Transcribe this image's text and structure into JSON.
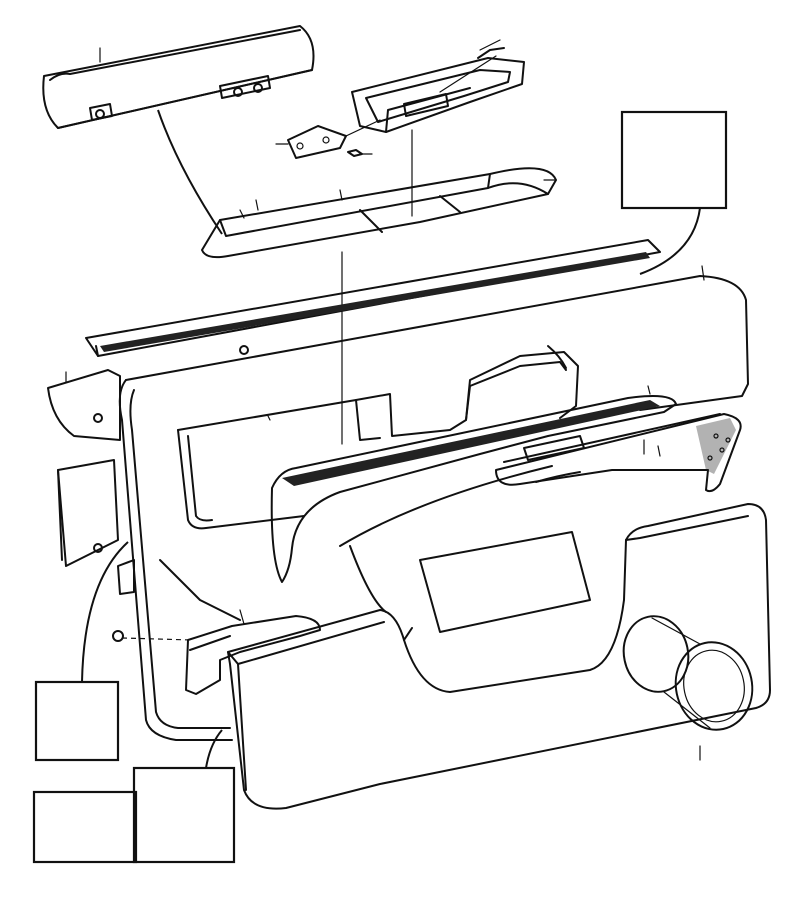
{
  "diagram": {
    "parts": [
      {
        "name": "upper-trim-cover"
      },
      {
        "name": "window-switch-bezel"
      },
      {
        "name": "mounting-bracket"
      },
      {
        "name": "armrest-upper"
      },
      {
        "name": "window-seal-strip"
      },
      {
        "name": "door-panel"
      },
      {
        "name": "armrest-pad"
      },
      {
        "name": "grab-handle"
      },
      {
        "name": "map-pocket"
      },
      {
        "name": "speaker-grille"
      },
      {
        "name": "lower-trim-bracket"
      },
      {
        "name": "side-trim-block"
      }
    ],
    "callouts": [
      {
        "name": "callout-top-right",
        "text": ""
      },
      {
        "name": "callout-lower-left",
        "text": ""
      },
      {
        "name": "callout-bottom-left",
        "text": ""
      },
      {
        "name": "callout-bottom-center",
        "text": ""
      }
    ]
  },
  "colors": {
    "line": "#111111",
    "background": "#ffffff"
  }
}
